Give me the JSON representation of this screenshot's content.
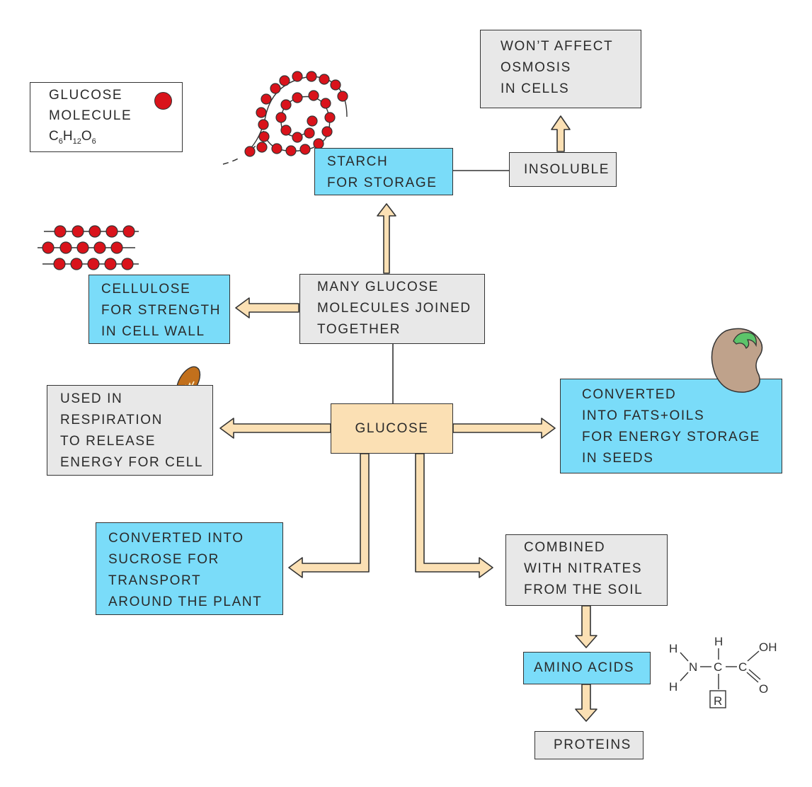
{
  "glucose_key": {
    "lines": [
      "GLUCOSE",
      "MOLECULE"
    ],
    "formula": {
      "c": "C",
      "c_sub": "6",
      "h": "H",
      "h_sub": "12",
      "o": "O",
      "o_sub": "6"
    }
  },
  "center": {
    "label": "GLUCOSE"
  },
  "polymer": {
    "lines": [
      "MANY  GLUCOSE",
      "MOLECULES  JOINED",
      "TOGETHER"
    ]
  },
  "starch": {
    "lines": [
      "STARCH",
      "FOR  STORAGE"
    ]
  },
  "insoluble": {
    "label": "INSOLUBLE"
  },
  "osmosis": {
    "lines": [
      "WON’T  AFFECT",
      "OSMOSIS",
      "IN  CELLS"
    ]
  },
  "cellulose": {
    "lines": [
      "CELLULOSE",
      "FOR  STRENGTH",
      "IN  CELL  WALL"
    ]
  },
  "respiration": {
    "lines": [
      "USED  IN",
      "RESPIRATION",
      "TO  RELEASE",
      "ENERGY  FOR  CELL"
    ]
  },
  "fats": {
    "lines": [
      "CONVERTED",
      "INTO  FATS+OILS",
      "FOR  ENERGY  STORAGE",
      "IN  SEEDS"
    ]
  },
  "sucrose": {
    "lines": [
      "CONVERTED  INTO",
      "SUCROSE  FOR",
      "TRANSPORT",
      "AROUND  THE  PLANT"
    ]
  },
  "nitrates": {
    "lines": [
      "COMBINED",
      "WITH  NITRATES",
      "FROM  THE  SOIL"
    ]
  },
  "amino": {
    "label": "AMINO  ACIDS"
  },
  "proteins": {
    "label": "PROTEINS"
  },
  "amino_structure": {
    "h_top": "H",
    "h_left_top": "H",
    "h_left_bottom": "H",
    "n": "N",
    "c1": "C",
    "c2": "C",
    "oh": "OH",
    "o": "O",
    "r": "R"
  },
  "colors": {
    "blue_box": "#7adcf9",
    "grey_box": "#e8e8e8",
    "glucose_box": "#fbe0b4",
    "arrow_fill": "#fbe0b4",
    "glucose_bead": "#d9131b",
    "mitochondria": "#c2701c",
    "seed": "#bfa28b",
    "sprout": "#5cc46a"
  },
  "icons": [
    "glucose-bead-icon",
    "starch-spiral-icon",
    "cellulose-chains-icon",
    "mitochondria-icon",
    "seed-icon",
    "amino-acid-structure-icon"
  ]
}
